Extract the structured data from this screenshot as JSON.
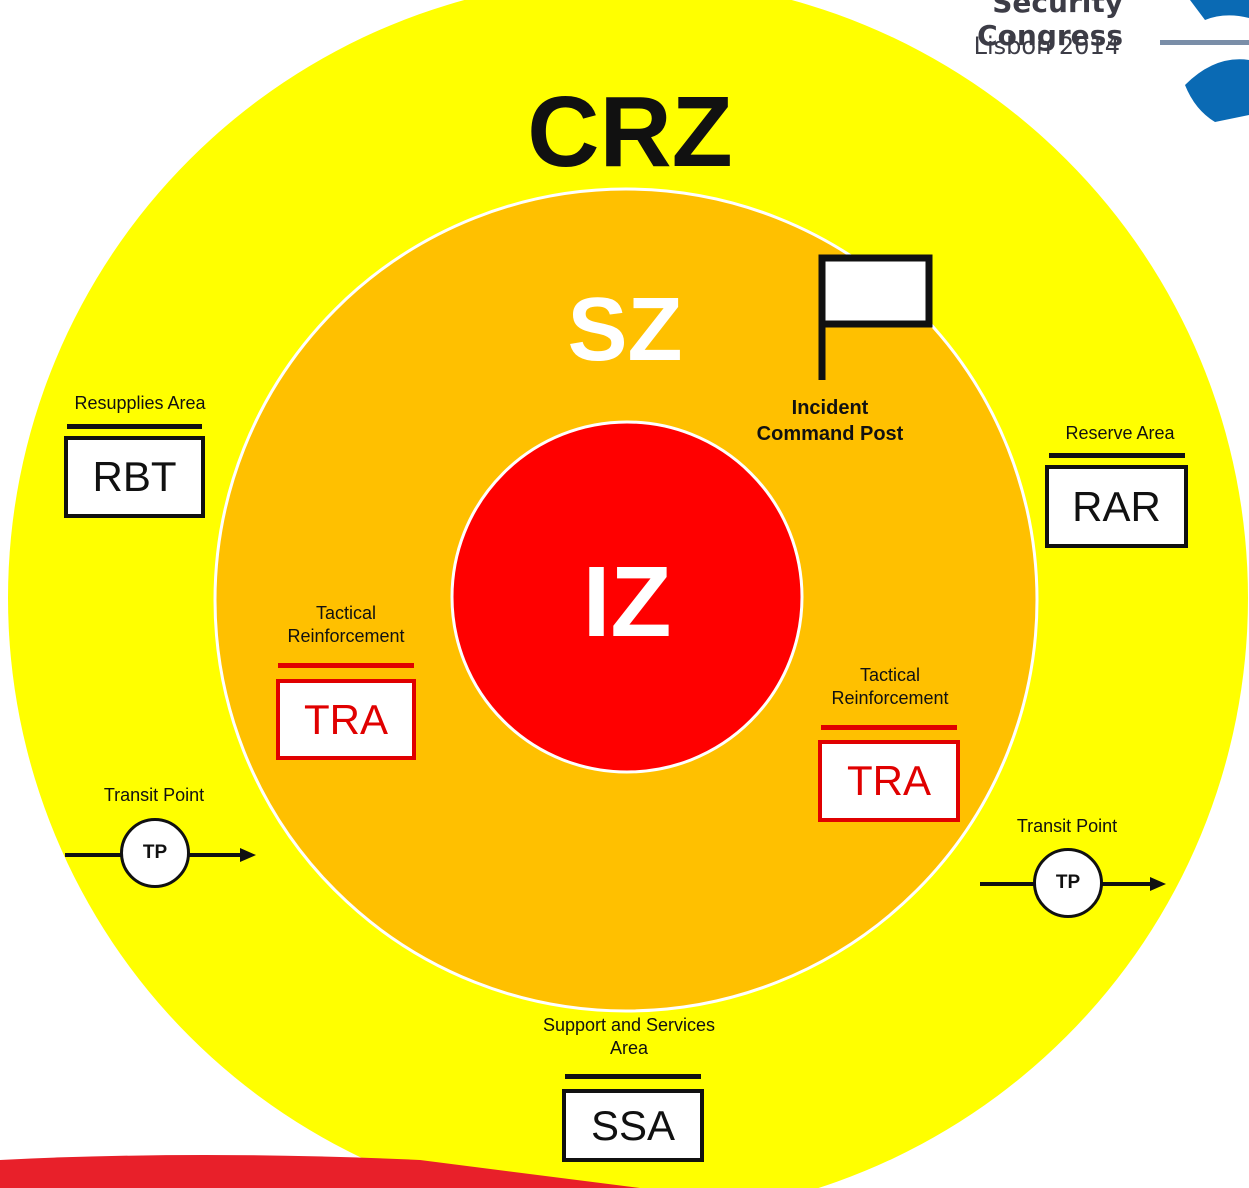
{
  "header": {
    "title": "Security Congress",
    "subtitle": "Lisbon 2014"
  },
  "zones": {
    "crz": "CRZ",
    "sz": "SZ",
    "iz": "IZ"
  },
  "command_post": {
    "label_line1": "Incident",
    "label_line2": "Command Post"
  },
  "areas": {
    "resupplies": {
      "caption": "Resupplies Area",
      "code": "RBT"
    },
    "reserve": {
      "caption": "Reserve Area",
      "code": "RAR"
    },
    "tactical_left": {
      "caption_line1": "Tactical",
      "caption_line2": "Reinforcement",
      "code": "TRA"
    },
    "tactical_right": {
      "caption_line1": "Tactical",
      "caption_line2": "Reinforcement",
      "code": "TRA"
    },
    "support": {
      "caption_line1": "Support and Services",
      "caption_line2": "Area",
      "code": "SSA"
    }
  },
  "transit_points": {
    "left": {
      "caption": "Transit Point",
      "code": "TP"
    },
    "right": {
      "caption": "Transit Point",
      "code": "TP"
    }
  },
  "colors": {
    "crz": "#ffff00",
    "sz": "#ffc000",
    "iz": "#ff0000",
    "accent_red": "#e00000",
    "logo_blue": "#0a6ab4",
    "footer_red": "#e8202a"
  }
}
